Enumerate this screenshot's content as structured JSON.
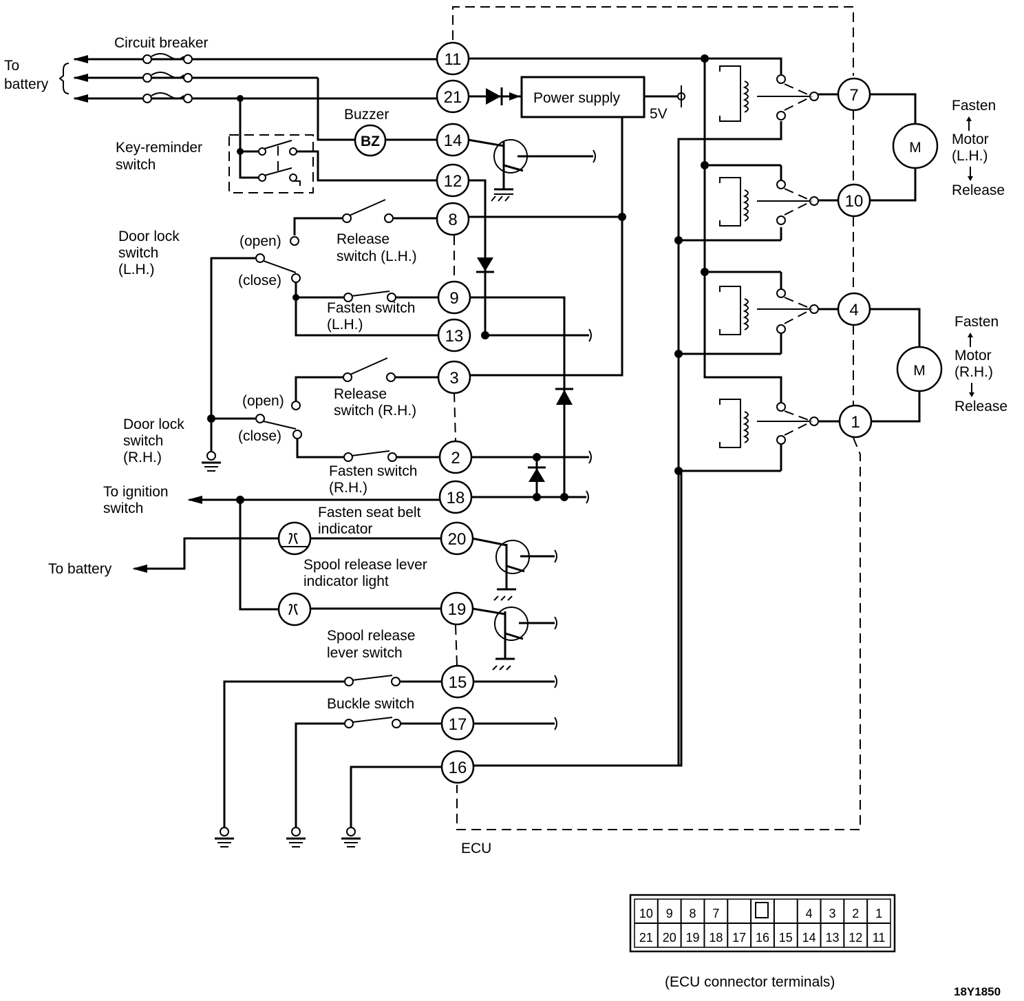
{
  "labels": {
    "circuit_breaker": "Circuit breaker",
    "to_battery_1": "To",
    "to_battery_2": "battery",
    "buzzer": "Buzzer",
    "bz": "BZ",
    "power_supply": "Power supply",
    "five_v": "5V",
    "key_reminder_1": "Key-reminder",
    "key_reminder_2": "switch",
    "door_lock_lh_1": "Door lock",
    "door_lock_lh_2": "switch",
    "door_lock_lh_3": "(L.H.)",
    "open": "(open)",
    "close": "(close)",
    "release_lh_1": "Release",
    "release_lh_2": "switch (L.H.)",
    "fasten_lh_1": "Fasten switch",
    "fasten_lh_2": "(L.H.)",
    "release_rh_1": "Release",
    "release_rh_2": "switch (R.H.)",
    "door_lock_rh_1": "Door lock",
    "door_lock_rh_2": "switch",
    "door_lock_rh_3": "(R.H.)",
    "fasten_rh_1": "Fasten switch",
    "fasten_rh_2": "(R.H.)",
    "to_ignition_1": "To ignition",
    "to_ignition_2": "switch",
    "fasten_indicator_1": "Fasten seat belt",
    "fasten_indicator_2": "indicator",
    "to_battery_3": "To battery",
    "spool_light_1": "Spool release lever",
    "spool_light_2": "indicator light",
    "spool_switch_1": "Spool release",
    "spool_switch_2": "lever switch",
    "buckle_switch": "Buckle switch",
    "ecu": "ECU",
    "fasten": "Fasten",
    "motor": "Motor",
    "motor_lh": "(L.H.)",
    "motor_rh": "(R.H.)",
    "release": "Release",
    "m": "M",
    "connector_caption": "(ECU connector terminals)",
    "figure_code": "18Y1850"
  },
  "terminals": {
    "t11": "11",
    "t21": "21",
    "t14": "14",
    "t12": "12",
    "t8": "8",
    "t9": "9",
    "t13": "13",
    "t3": "3",
    "t2": "2",
    "t18": "18",
    "t20": "20",
    "t19": "19",
    "t15": "15",
    "t17": "17",
    "t16": "16",
    "t7": "7",
    "t10": "10",
    "t4": "4",
    "t1": "1"
  },
  "connector": {
    "top_row": [
      "10",
      "9",
      "8",
      "7",
      "",
      "",
      "",
      "4",
      "3",
      "2",
      "1"
    ],
    "bottom_row": [
      "21",
      "20",
      "19",
      "18",
      "17",
      "16",
      "15",
      "14",
      "13",
      "12",
      "11"
    ]
  }
}
